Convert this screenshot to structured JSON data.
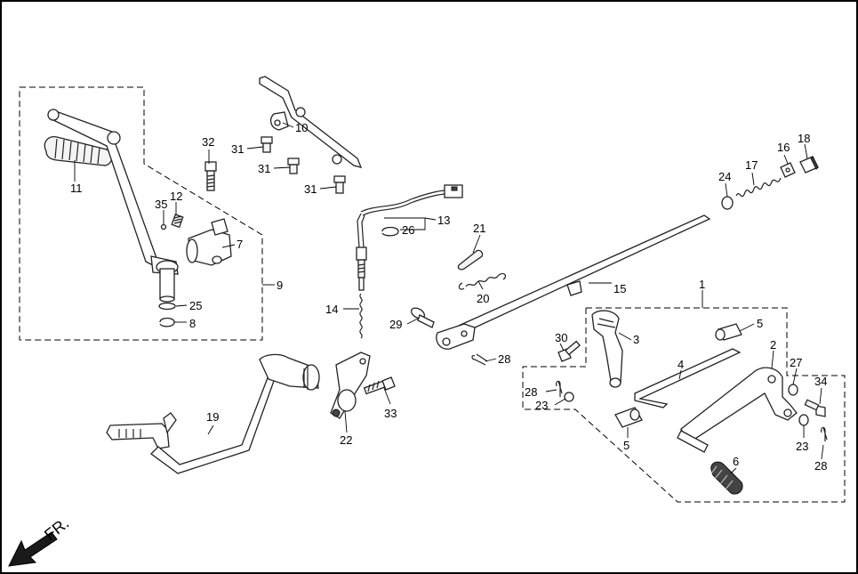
{
  "direction_label": "FR.",
  "callouts": {
    "c1": "1",
    "c2": "2",
    "c3": "3",
    "c4": "4",
    "c5a": "5",
    "c5b": "5",
    "c6": "6",
    "c7": "7",
    "c8": "8",
    "c9": "9",
    "c10": "10",
    "c11": "11",
    "c12": "12",
    "c13": "13",
    "c14": "14",
    "c15": "15",
    "c16": "16",
    "c17": "17",
    "c18": "18",
    "c19": "19",
    "c20": "20",
    "c21": "21",
    "c22": "22",
    "c23a": "23",
    "c23b": "23",
    "c24": "24",
    "c25": "25",
    "c26": "26",
    "c27": "27",
    "c28a": "28",
    "c28b": "28",
    "c28c": "28",
    "c29": "29",
    "c30": "30",
    "c31a": "31",
    "c31b": "31",
    "c31c": "31",
    "c32": "32",
    "c33": "33",
    "c34": "34",
    "c35": "35"
  }
}
